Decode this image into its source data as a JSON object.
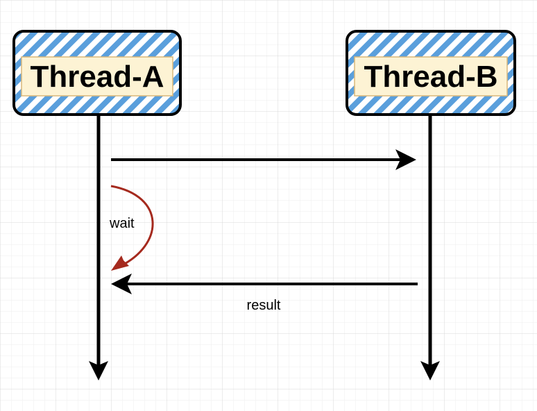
{
  "threads": [
    {
      "id": "A",
      "label": "Thread-A"
    },
    {
      "id": "B",
      "label": "Thread-B"
    }
  ],
  "messages": {
    "wait_label": "wait",
    "result_label": "result"
  },
  "colors": {
    "stripe_blue": "#5a9fdc",
    "label_fill": "#fdf3d4",
    "label_border": "#d9b779",
    "wait_arrow": "#a52a1e",
    "line": "#000000",
    "grid_major": "#d8d8d8",
    "grid_minor": "#eeeeee"
  }
}
